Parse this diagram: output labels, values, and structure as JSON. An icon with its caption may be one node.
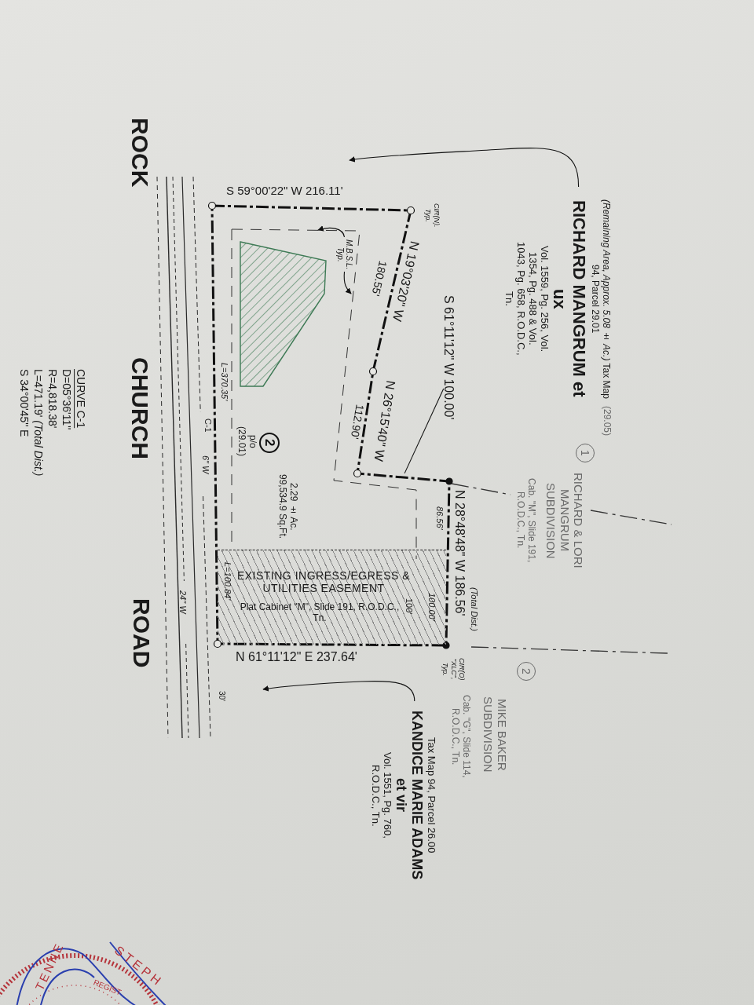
{
  "diagram": {
    "nodes": [
      {
        "text": [
          "*(Remaining Area, Approx. 5.08 ± Ac.)* Tax Map 94, Parcel 29.01",
          "RICHARD MANGRUM et ux",
          "Vol. 1559, Pg. 256, Vol. 1354, Pg. 488 & Vol. 1043, Pg. 658, R.O.D.C., Tn."
        ]
      },
      {
        "text": [
          "1"
        ]
      },
      {
        "text": [
          "2"
        ]
      },
      {
        "text": [
          "Tax Map 94, Parcel 26.00",
          "KANDICE MARIE ADAMS et vir",
          "Vol. 1551, Pg. 760, R.O.D.C., Tn."
        ]
      },
      {
        "text": [
          "p/o (29.01)",
          "2.29 ± Ac. 99,534.9 Sq.Ft."
        ]
      },
      {
        "text": [
          "2"
        ],
        "in": 4
      },
      {
        "text": [
          "EXISTING INGRESS/EGRESS & UTILITIES EASEMENT",
          "Plat Cabinet \"M\", Slide 191, R.O.D.C., Tn."
        ],
        "in": 4
      },
      {
        "text": [
          "S 61°11'12\" W 100.00'"
        ]
      },
      {
        "text": [
          "M.B.S.L. Typ."
        ],
        "in": 4
      },
      {
        "text": [],
        "shape": "box",
        "in": 4
      }
    ],
    "edges": [
      {
        "from": 0,
        "to": null,
        "arrow": "to"
      },
      {
        "from": 3,
        "to": null,
        "arrow": "to"
      },
      {
        "from": 7,
        "to": 4,
        "arrow": "none"
      },
      {
        "from": 8,
        "to": null,
        "arrow": "to"
      },
      {
        "from": 8,
        "to": null,
        "arrow": "to"
      }
    ],
    "labels": [
      "ROCK",
      "CHURCH",
      "ROAD",
      "S 59°00'22\" W 216.11'",
      "CIR(N). Typ.",
      "N 19°03'20\" W",
      "180.55'",
      "N 26°15'40\" W",
      "112.90'",
      "N 28°48'48\" W 186.56'",
      "(Total Dist.)",
      "86.56'",
      "100.00'",
      "100'",
      "CIR(O) \"XLC\", Typ.",
      "N 61°11'12\" E 237.64'",
      "L=100.84'",
      "L=370.35'",
      "C-1",
      "6\" W",
      "24\" W",
      "30'",
      "(29.05)",
      "RICHARD & LORI MANGRUM SUBDIVISION",
      "Cab. \"M\", Slide 191, R.O.D.C., Tn.",
      "MIKE BAKER SUBDIVISION",
      "Cab. \"G\", Slide 114, R.O.D.C., Tn.",
      "CURVE C-1",
      "D=05°36'11\"",
      "R=4,818.38'",
      "L=471.19' *(Total Dist.)*",
      "S 34°00'45\" E",
      "STEPH",
      "REGIST",
      "TENNE"
    ]
  }
}
